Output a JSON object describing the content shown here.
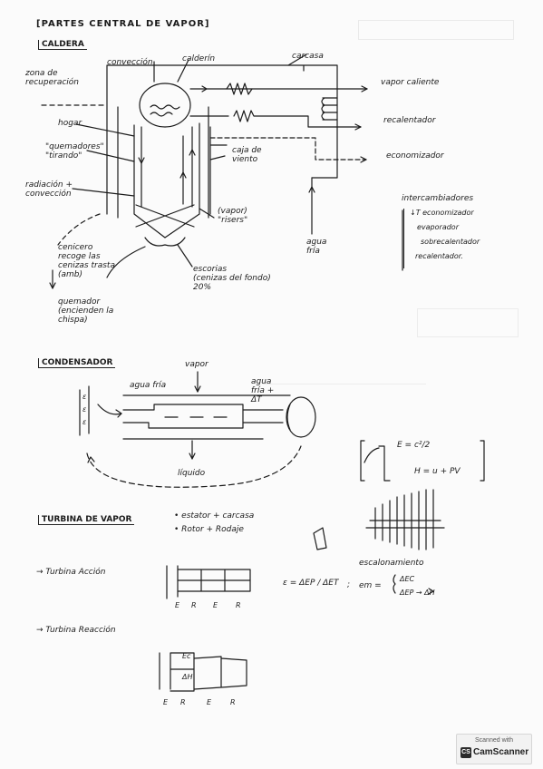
{
  "page": {
    "title": "[PARTES CENTRAL DE VAPOR]"
  },
  "caldera": {
    "heading": "CALDERA",
    "labels": {
      "zona_recuperacion": "zona de\nrecuperación",
      "conveccion": "convección",
      "calderin": "calderín",
      "carcasa": "carcasa",
      "vapor_caliente": "vapor caliente",
      "recalentador": "recalentador",
      "economizador": "economizador",
      "hogar": "hogar",
      "quemadores": "\"quemadores\"\n\"tirando\"",
      "radiacion": "radiación +\nconvección",
      "caja_viento": "caja de\nviento",
      "vapor_risers": "(vapor)\n\"risers\"",
      "agua_fria": "agua\nfría",
      "cenicero": "cenicero\nrecoge las\ncenizas trasta\n(amb)",
      "escorias": "escorias\n(cenizas del fondo)\n20%",
      "quemador": "quemador\n(encienden la\nchispa)"
    },
    "intercambiadores": {
      "heading": "intercambiadores",
      "items": [
        "↓T economizador",
        "evaporador",
        "sobrecalentador",
        "recalentador."
      ]
    }
  },
  "condensador": {
    "heading": "CONDENSADOR",
    "labels": {
      "vapor": "vapor",
      "agua_fria": "agua fría",
      "agua_fria_dt": "agua\nfría +\nΔT",
      "liquido": "líquido"
    },
    "marks": [
      "ε",
      "ε",
      "ε"
    ],
    "formula_box": {
      "line1": "E = c²/2",
      "line2": "H = u + PV"
    }
  },
  "turbina": {
    "heading": "TURBINA DE VAPOR",
    "bullets": [
      "• estator + carcasa",
      "• Rotor + Rodaje"
    ],
    "accion": {
      "label": "→ Turbina Acción",
      "stage_labels": [
        "E",
        "R",
        "E",
        "R"
      ],
      "eq1": "ε = ΔEP / ΔET",
      "sep": ";",
      "escalonamiento": "escalonamiento",
      "em_label": "em =",
      "em_line1": "ΔEC",
      "em_line2": "ΔEP → ΔH"
    },
    "reaccion": {
      "label": "→ Turbina Reacción",
      "stage_labels": [
        "E",
        "R",
        "E",
        "R"
      ],
      "inner_top": "Ec",
      "inner_bottom": "ΔH"
    }
  },
  "scanner": {
    "line1": "Scanned with",
    "line2": "CamScanner",
    "logo": "CS"
  },
  "colors": {
    "ink": "#1b1b1b",
    "paper": "#fbfbfb",
    "ghost": "#e4e4e4"
  }
}
